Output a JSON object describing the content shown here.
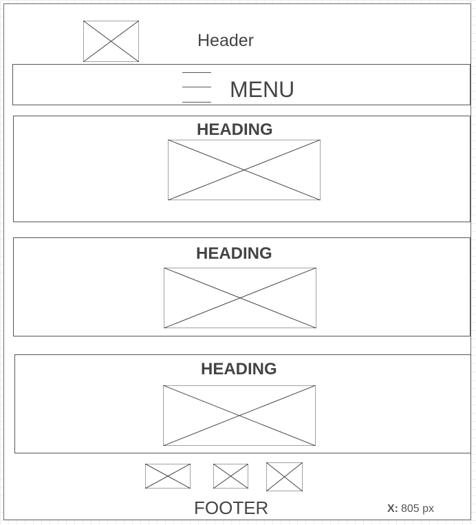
{
  "header": {
    "title": "Header",
    "logo_icon": "image-placeholder-icon"
  },
  "menu": {
    "label": "MENU",
    "icon": "hamburger-menu-icon"
  },
  "sections": [
    {
      "heading": "HEADING",
      "image_icon": "image-placeholder-icon"
    },
    {
      "heading": "HEADING",
      "image_icon": "image-placeholder-icon"
    },
    {
      "heading": "HEADING",
      "image_icon": "image-placeholder-icon"
    }
  ],
  "footer": {
    "label": "FOOTER",
    "icons": [
      "image-placeholder-icon",
      "image-placeholder-icon",
      "image-placeholder-icon"
    ]
  },
  "status": {
    "x_label": "X:",
    "x_value": "805 px"
  },
  "colors": {
    "stroke": "#444444",
    "frame": "#6a6a6a",
    "grid": "#ececec",
    "text": "#444444"
  }
}
